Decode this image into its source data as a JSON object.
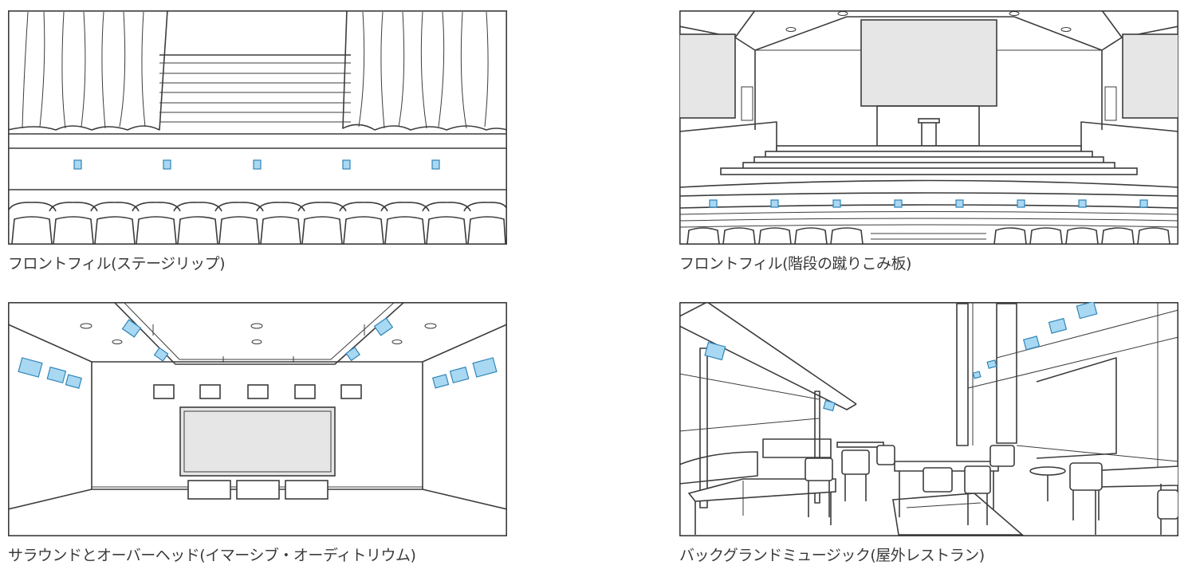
{
  "panels": [
    {
      "caption": "フロントフィル(ステージリップ)"
    },
    {
      "caption": "フロントフィル(階段の蹴りこみ板)"
    },
    {
      "caption": "サラウンドとオーバーヘッド(イマーシブ・オーディトリウム)"
    },
    {
      "caption": "バックグランドミュージック(屋外レストラン)"
    }
  ],
  "colors": {
    "speaker_fill": "#a9d8f2",
    "speaker_stroke": "#2f86b8",
    "line": "#3c3c3c"
  }
}
